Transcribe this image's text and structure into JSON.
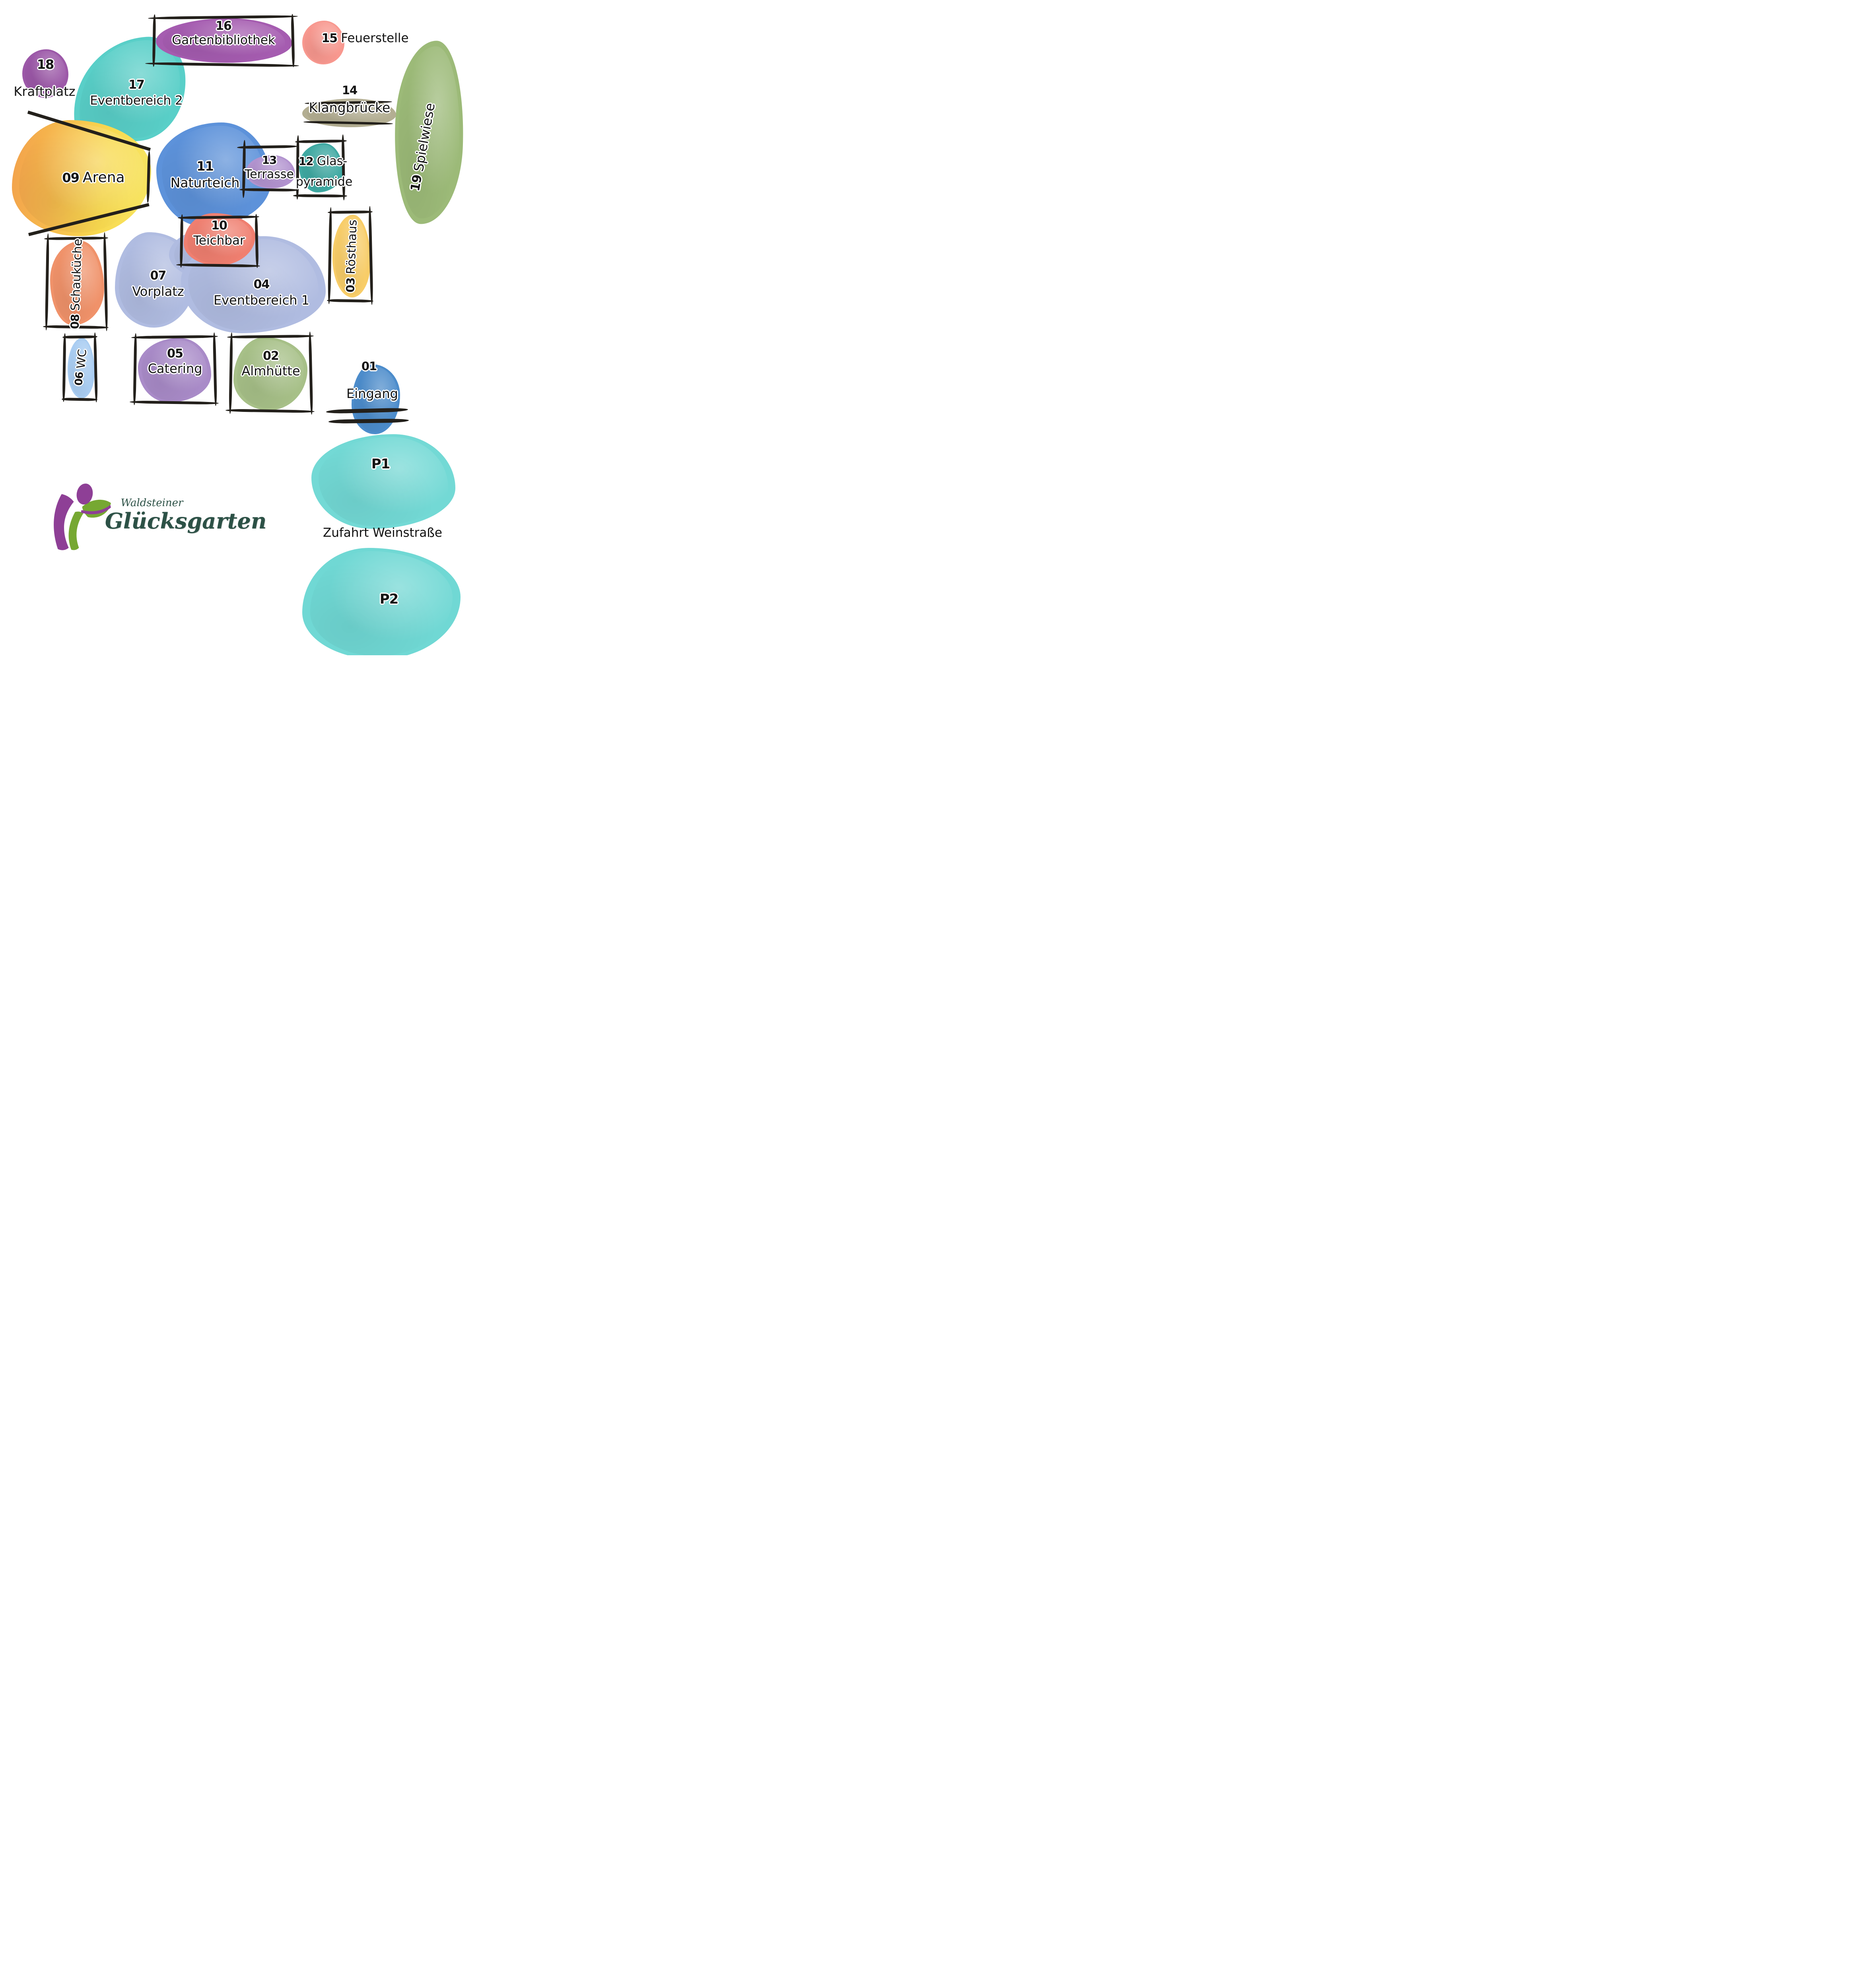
{
  "brand": {
    "line1": "Waldsteiner",
    "line2": "Glücksgarten"
  },
  "areas": {
    "a01": {
      "number": "01",
      "label": "Eingang",
      "color": "#4c8ccb"
    },
    "a02": {
      "number": "02",
      "label": "Almhütte",
      "color": "#a7c088"
    },
    "a03": {
      "number": "03",
      "label": "Rösthaus",
      "color": "#f8cd68"
    },
    "a04": {
      "number": "04",
      "label": "Eventbereich 1",
      "color": "#b0bce1"
    },
    "a05": {
      "number": "05",
      "label": "Catering",
      "color": "#a98bc8"
    },
    "a06": {
      "number": "06",
      "label": "WC",
      "color": "#a9cdf2"
    },
    "a07": {
      "number": "07",
      "label": "Vorplatz",
      "color": "#b0bce1"
    },
    "a08": {
      "number": "08",
      "label": "Schauküche",
      "color": "#f0926a"
    },
    "a09": {
      "number": "09",
      "label": "Arena",
      "color_left": "#f2a04b",
      "color_right": "#f7e765"
    },
    "a10": {
      "number": "10",
      "label": "Teichbar",
      "color": "#f07f70"
    },
    "a11": {
      "number": "11",
      "label": "Naturteich",
      "color": "#5d92da"
    },
    "a12": {
      "number": "12",
      "label_line1": "Glas-",
      "label_line2": "pyramide",
      "color": "#3fa9a2"
    },
    "a13": {
      "number": "13",
      "label": "Terrasse",
      "color": "#b293cf"
    },
    "a14": {
      "number": "14",
      "label": "Klangbrücke",
      "color": "#b3ae92"
    },
    "a15": {
      "number": "15",
      "label": "Feuerstelle",
      "color": "#f8988f"
    },
    "a16": {
      "number": "16",
      "label": "Gartenbibliothek",
      "color": "#a55cb0"
    },
    "a17": {
      "number": "17",
      "label": "Eventbereich 2",
      "color": "#59cfc8"
    },
    "a18": {
      "number": "18",
      "label": "Kraftplatz",
      "color": "#9c58a8"
    },
    "a19": {
      "number": "19",
      "label": "Spielwiese",
      "color": "#9cba78"
    }
  },
  "parking": {
    "p1": {
      "label": "P1",
      "color": "#73d9d5"
    },
    "p2": {
      "label": "P2",
      "color": "#70d8d4"
    }
  },
  "road": {
    "zufahrt_label": "Zufahrt Weinstraße"
  },
  "sketch_ink_color": "#23201b"
}
